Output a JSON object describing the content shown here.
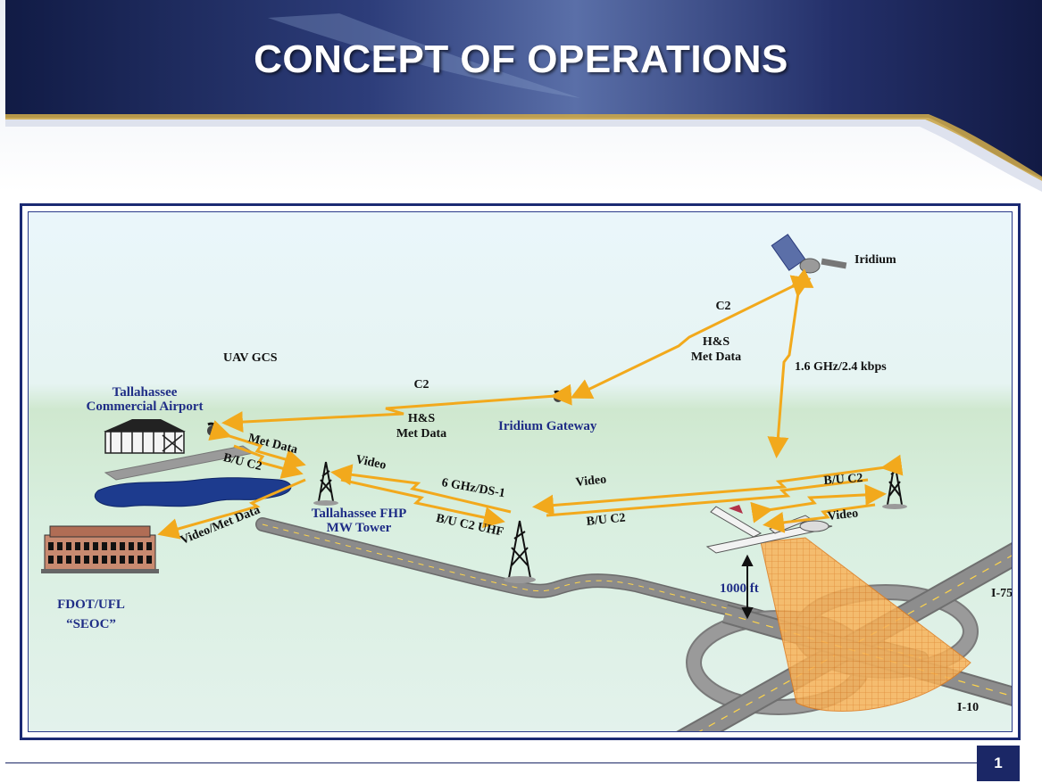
{
  "slide": {
    "title": "CONCEPT OF OPERATIONS",
    "page_number": "1"
  },
  "nodes": {
    "iridium": "Iridium",
    "iridium_gateway": "Iridium Gateway",
    "uav_gcs": "UAV GCS",
    "airport_line1": "Tallahassee",
    "airport_line2": "Commercial Airport",
    "fhp_line1": "Tallahassee FHP",
    "fhp_line2": "MW Tower",
    "seoc_line1": "FDOT/UFL",
    "seoc_line2": "“SEOC”",
    "altitude": "1000 ft",
    "highway_i75": "I-75",
    "highway_i10": "I-10"
  },
  "links": {
    "gateway_to_gcs_c2": "C2",
    "gateway_to_gcs_hs_line1": "H&S",
    "gateway_to_gcs_hs_line2": "Met Data",
    "sat_to_gateway_c2": "C2",
    "sat_to_gateway_hs_line1": "H&S",
    "sat_to_gateway_hs_line2": "Met Data",
    "sat_to_uav": "1.6 GHz/2.4 kbps",
    "gcs_met_data": "Met Data",
    "gcs_bu_c2": "B/U C2",
    "seoc_video_met": "Video/Met Data",
    "fhp_video": "Video",
    "fhp_6ghz": "6 GHz/DS-1",
    "fhp_bu_c2_uhf": "B/U C2 UHF",
    "uav_video": "Video",
    "uav_bu_c2": "B/U C2",
    "tower_bu_c2": "B/U C2",
    "tower_video": "Video"
  },
  "colors": {
    "header_navy": "#16224f",
    "panel_border": "#1b2a73",
    "link_gold": "#f2a91c",
    "label_blue": "#1f2d86",
    "footprint_orange": "#f7a54a"
  }
}
